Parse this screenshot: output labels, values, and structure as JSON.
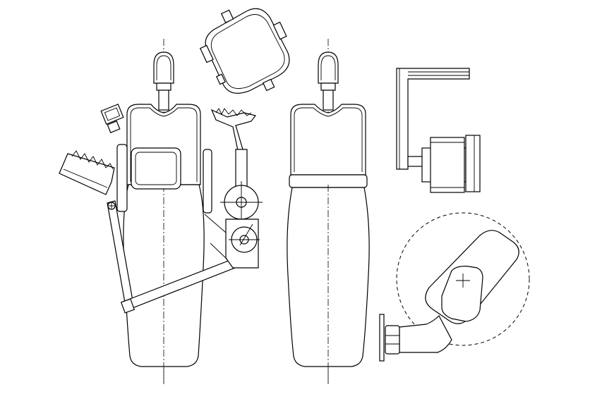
{
  "drawing": {
    "stroke_color": "#000000",
    "background_color": "#ffffff",
    "views": [
      "dental-chair-top-view-with-tray-and-lamp",
      "dental-lamp-head-plan",
      "dental-chair-plain-top-view",
      "dental-chair-side-elevation-bracket",
      "dental-chair-swivel-arm-plan"
    ]
  }
}
